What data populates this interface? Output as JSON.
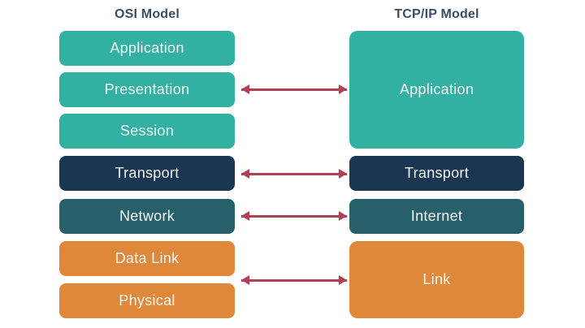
{
  "diagram": {
    "left_title": "OSI Model",
    "right_title": "TCP/IP Model",
    "osi_layers": [
      {
        "label": "Application",
        "color": "teal"
      },
      {
        "label": "Presentation",
        "color": "teal"
      },
      {
        "label": "Session",
        "color": "teal"
      },
      {
        "label": "Transport",
        "color": "navy"
      },
      {
        "label": "Network",
        "color": "deep-teal"
      },
      {
        "label": "Data Link",
        "color": "orange"
      },
      {
        "label": "Physical",
        "color": "orange"
      }
    ],
    "tcpip_layers": [
      {
        "label": "Application",
        "color": "teal",
        "osi_rows": [
          0,
          2
        ]
      },
      {
        "label": "Transport",
        "color": "navy",
        "osi_rows": [
          3,
          3
        ]
      },
      {
        "label": "Internet",
        "color": "deep-teal",
        "osi_rows": [
          4,
          4
        ]
      },
      {
        "label": "Link",
        "color": "orange",
        "osi_rows": [
          5,
          6
        ]
      }
    ],
    "mappings": [
      {
        "from": "Presentation",
        "to": "Application"
      },
      {
        "from": "Transport",
        "to": "Transport"
      },
      {
        "from": "Network",
        "to": "Internet"
      },
      {
        "from": "Data Link",
        "to": "Link"
      }
    ],
    "colors": {
      "teal": "#32b1a2",
      "navy": "#1a3650",
      "deep_teal": "#275f6b",
      "orange": "#e08839",
      "arrow": "#b04054",
      "title_text": "#3e4d5c",
      "box_text": "#f2f6f5",
      "background": "#ffffff"
    }
  }
}
